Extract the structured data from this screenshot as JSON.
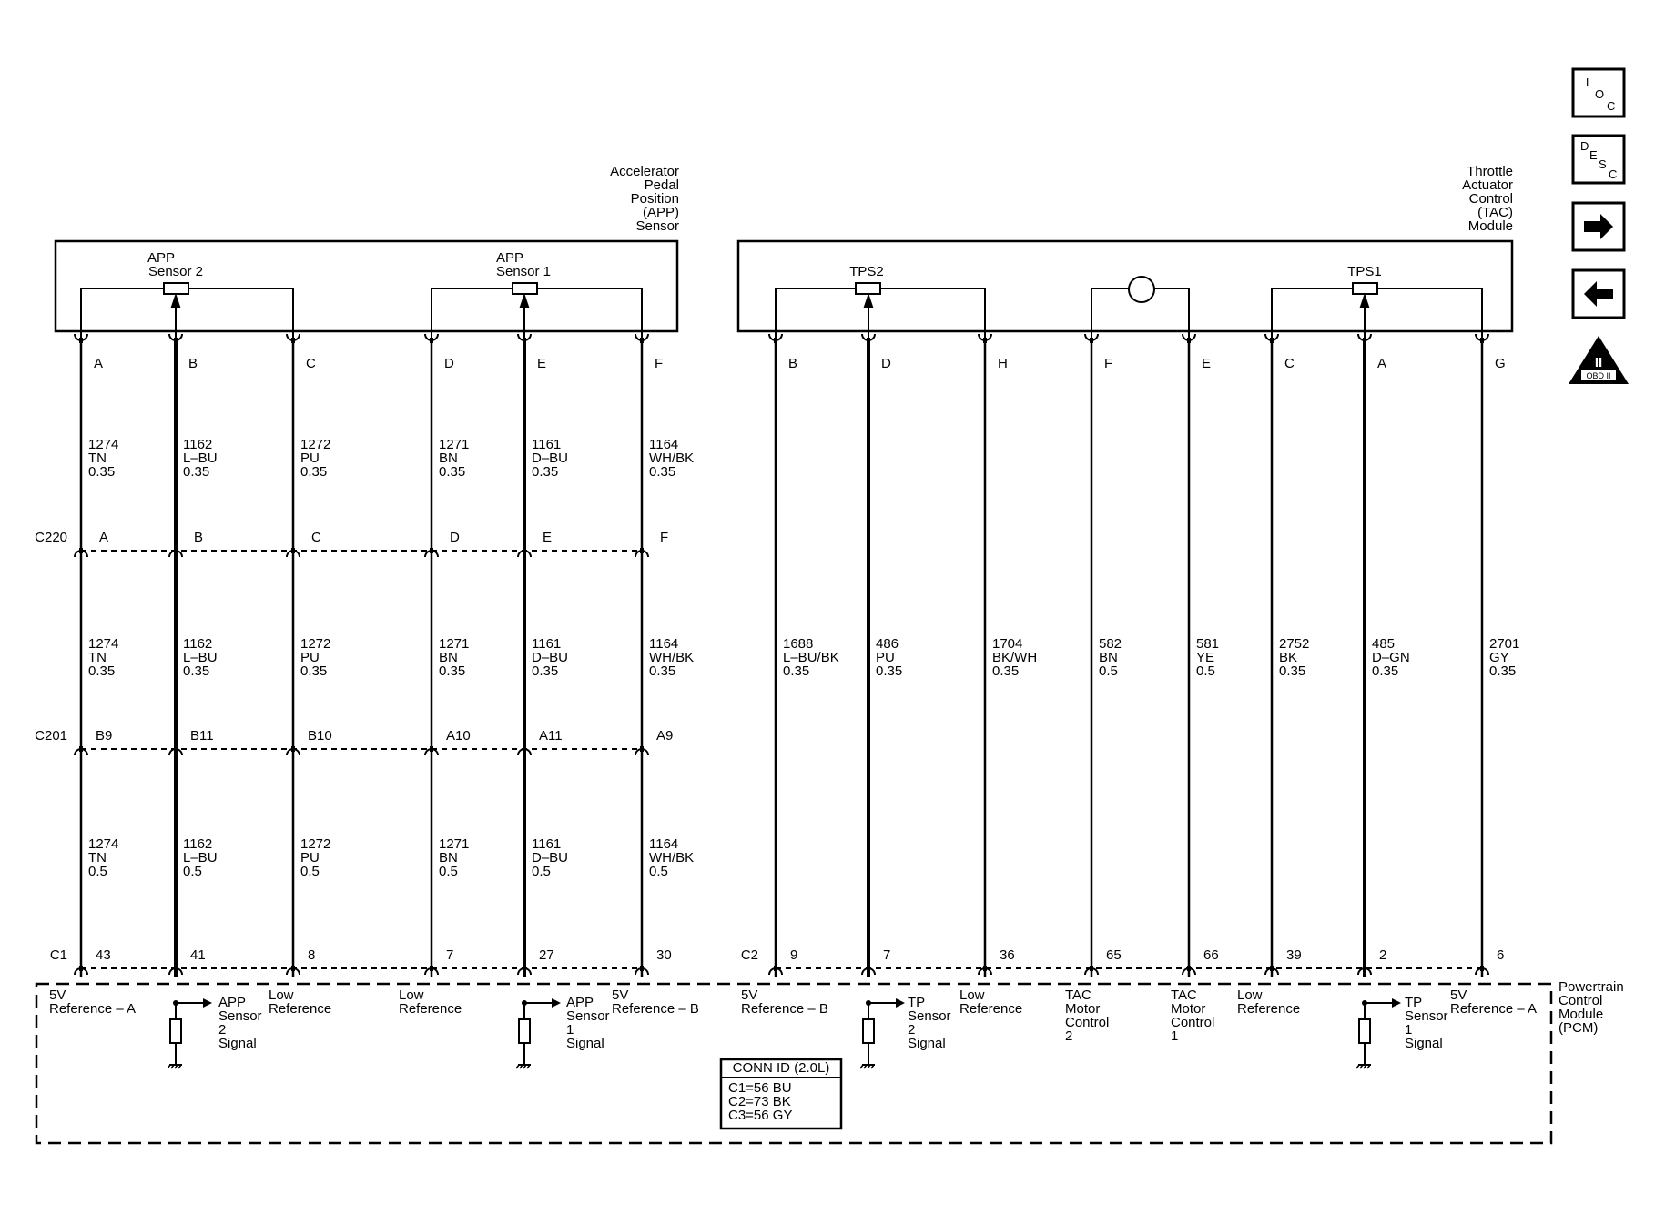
{
  "colors": {
    "ink": "#000000",
    "paper": "#ffffff"
  },
  "components": {
    "app_sensor": {
      "title": [
        "Accelerator",
        "Pedal",
        "Position",
        "(APP)",
        "Sensor"
      ]
    },
    "tac_module": {
      "title": [
        "Throttle",
        "Actuator",
        "Control",
        "(TAC)",
        "Module"
      ]
    },
    "pcm": {
      "title": [
        "Powertrain",
        "Control",
        "Module",
        "(PCM)"
      ]
    }
  },
  "internal": {
    "app_sensor2": [
      "APP",
      "Sensor 2"
    ],
    "app_sensor1": [
      "APP",
      "Sensor 1"
    ],
    "tps2": "TPS2",
    "tps1": "TPS1",
    "motor": "M"
  },
  "connectors": {
    "c220": "C220",
    "c201": "C201",
    "c1": "C1",
    "c2": "C2"
  },
  "circuits": [
    {
      "comp_pin": "A",
      "c220": "A",
      "c201": "B9",
      "pcm_pin": "43",
      "wire1": [
        "1274",
        "TN",
        "0.35"
      ],
      "wire2": [
        "1274",
        "TN",
        "0.35"
      ],
      "wire3": [
        "1274",
        "TN",
        "0.5"
      ],
      "pcm_label": [
        "5V",
        "Reference – A"
      ]
    },
    {
      "comp_pin": "B",
      "c220": "B",
      "c201": "B11",
      "pcm_pin": "41",
      "wire1": [
        "1162",
        "L–BU",
        "0.35"
      ],
      "wire2": [
        "1162",
        "L–BU",
        "0.35"
      ],
      "wire3": [
        "1162",
        "L–BU",
        "0.5"
      ],
      "pcm_label": [
        "APP",
        "Sensor",
        "2",
        "Signal"
      ]
    },
    {
      "comp_pin": "C",
      "c220": "C",
      "c201": "B10",
      "pcm_pin": "8",
      "wire1": [
        "1272",
        "PU",
        "0.35"
      ],
      "wire2": [
        "1272",
        "PU",
        "0.35"
      ],
      "wire3": [
        "1272",
        "PU",
        "0.5"
      ],
      "pcm_label": [
        "Low",
        "Reference"
      ]
    },
    {
      "comp_pin": "D",
      "c220": "D",
      "c201": "A10",
      "pcm_pin": "7",
      "wire1": [
        "1271",
        "BN",
        "0.35"
      ],
      "wire2": [
        "1271",
        "BN",
        "0.35"
      ],
      "wire3": [
        "1271",
        "BN",
        "0.5"
      ],
      "pcm_label": [
        "Low",
        "Reference"
      ]
    },
    {
      "comp_pin": "E",
      "c220": "E",
      "c201": "A11",
      "pcm_pin": "27",
      "wire1": [
        "1161",
        "D–BU",
        "0.35"
      ],
      "wire2": [
        "1161",
        "D–BU",
        "0.35"
      ],
      "wire3": [
        "1161",
        "D–BU",
        "0.5"
      ],
      "pcm_label": [
        "APP",
        "Sensor",
        "1",
        "Signal"
      ]
    },
    {
      "comp_pin": "F",
      "c220": "F",
      "c201": "A9",
      "pcm_pin": "30",
      "wire1": [
        "1164",
        "WH/BK",
        "0.35"
      ],
      "wire2": [
        "1164",
        "WH/BK",
        "0.35"
      ],
      "wire3": [
        "1164",
        "WH/BK",
        "0.5"
      ],
      "pcm_label": [
        "5V",
        "Reference – B"
      ]
    },
    {
      "comp_pin": "B",
      "pcm_pin": "9",
      "wire": [
        "1688",
        "L–BU/BK",
        "0.35"
      ],
      "pcm_label": [
        "5V",
        "Reference – B"
      ]
    },
    {
      "comp_pin": "D",
      "pcm_pin": "7",
      "wire": [
        "486",
        "PU",
        "0.35"
      ],
      "pcm_label": [
        "TP",
        "Sensor",
        "2",
        "Signal"
      ]
    },
    {
      "comp_pin": "H",
      "pcm_pin": "36",
      "wire": [
        "1704",
        "BK/WH",
        "0.35"
      ],
      "pcm_label": [
        "Low",
        "Reference"
      ]
    },
    {
      "comp_pin": "F",
      "pcm_pin": "65",
      "wire": [
        "582",
        "BN",
        "0.5"
      ],
      "pcm_label": [
        "TAC",
        "Motor",
        "Control",
        "2"
      ]
    },
    {
      "comp_pin": "E",
      "pcm_pin": "66",
      "wire": [
        "581",
        "YE",
        "0.5"
      ],
      "pcm_label": [
        "TAC",
        "Motor",
        "Control",
        "1"
      ]
    },
    {
      "comp_pin": "C",
      "pcm_pin": "39",
      "wire": [
        "2752",
        "BK",
        "0.35"
      ],
      "pcm_label": [
        "Low",
        "Reference"
      ]
    },
    {
      "comp_pin": "A",
      "pcm_pin": "2",
      "wire": [
        "485",
        "D–GN",
        "0.35"
      ],
      "pcm_label": [
        "TP",
        "Sensor",
        "1",
        "Signal"
      ]
    },
    {
      "comp_pin": "G",
      "pcm_pin": "6",
      "wire": [
        "2701",
        "GY",
        "0.35"
      ],
      "pcm_label": [
        "5V",
        "Reference – A"
      ]
    }
  ],
  "conn_id": {
    "title": "CONN ID (2.0L)",
    "lines": [
      "C1=56 BU",
      "C2=73 BK",
      "C3=56 GY"
    ]
  },
  "nav": {
    "loc": [
      "L",
      "O",
      "C"
    ],
    "desc": [
      "D",
      "E",
      "S",
      "C"
    ],
    "next": "right-arrow-icon",
    "prev": "left-arrow-icon",
    "obd": [
      "II",
      "OBD II"
    ]
  }
}
